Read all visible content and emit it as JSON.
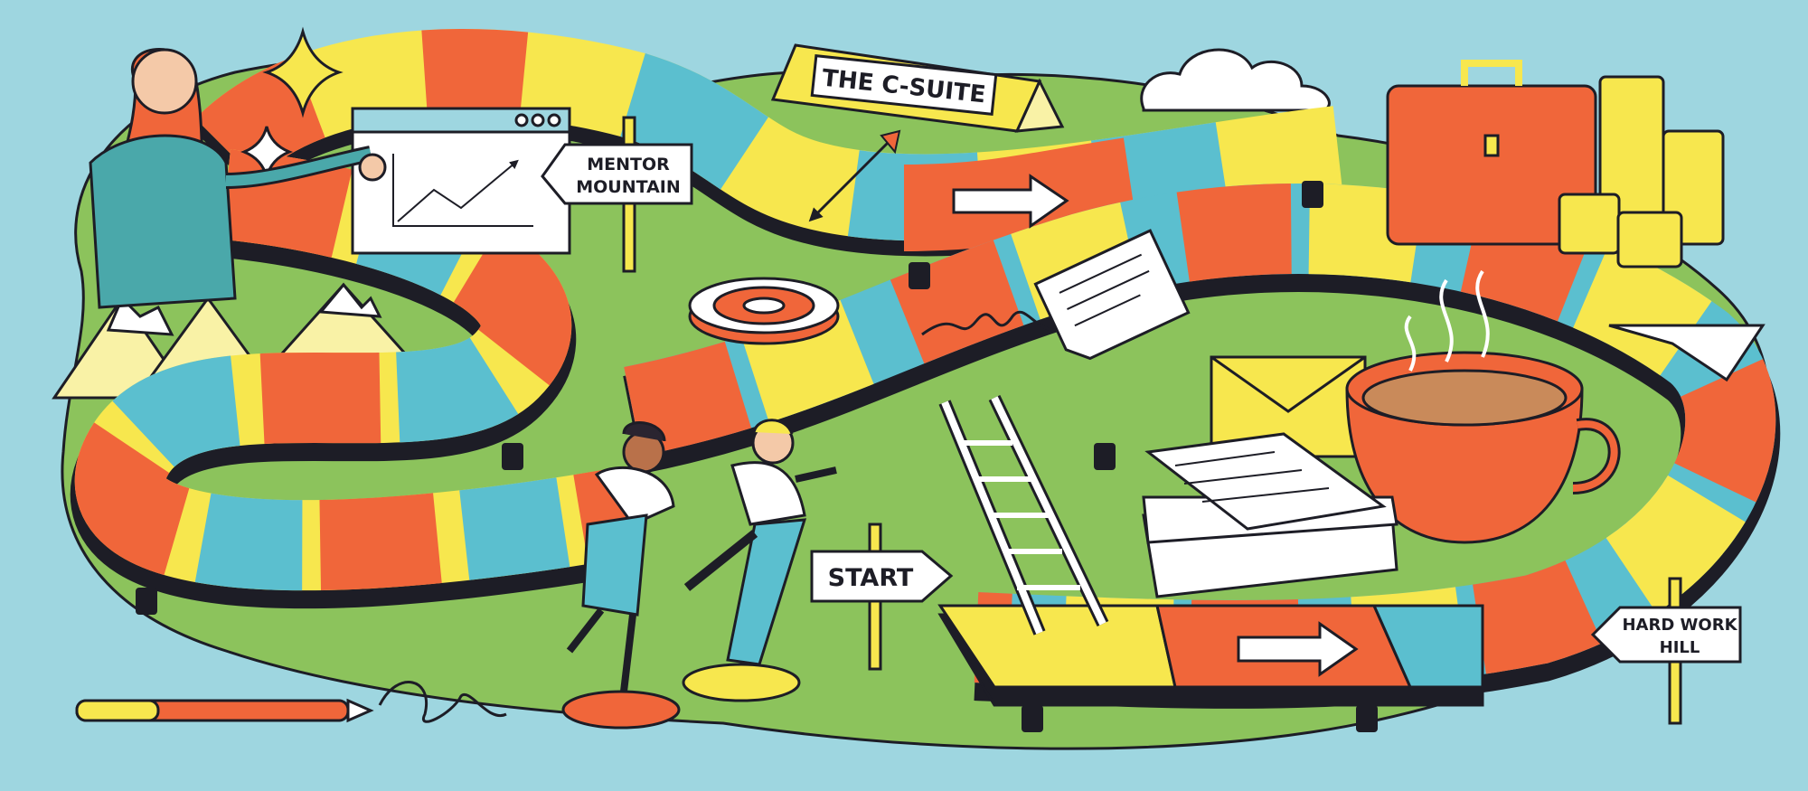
{
  "signs": {
    "c_suite": "THE C-SUITE",
    "mentor_line1": "MENTOR",
    "mentor_line2": "MOUNTAIN",
    "start": "START",
    "hard_work_line1": "HARD WORK",
    "hard_work_line2": "HILL"
  },
  "palette": {
    "sky": "#9ed6e0",
    "ground": "#8cc35c",
    "track_red": "#f0663a",
    "track_yellow": "#f7e74e",
    "track_teal": "#5bbfcf",
    "outline": "#1d1d26",
    "paper": "#ffffff"
  },
  "icons": [
    "sparkle-icon",
    "growth-chart-window",
    "target-disc",
    "contract-document",
    "envelope-icon",
    "paper-plane-icon",
    "coffee-cup",
    "briefcase-icon",
    "coin-stacks",
    "ladder",
    "pen-icon",
    "cloud-icon"
  ]
}
